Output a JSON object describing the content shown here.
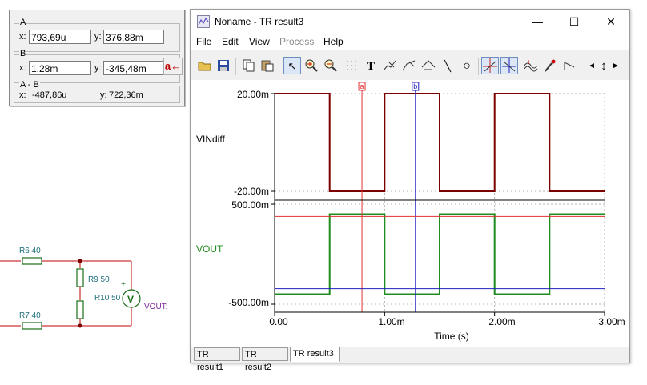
{
  "cursor_panel": {
    "a": {
      "label": "A",
      "x_label": "x:",
      "x_value": "793,69u",
      "y_label": "y:",
      "y_value": "376,88m"
    },
    "b": {
      "label": "B",
      "x_label": "x:",
      "x_value": "1,28m",
      "y_label": "y:",
      "y_value": "-345,48m"
    },
    "diff": {
      "label": "A - B",
      "x_label": "x:",
      "x_value": "-487,86u",
      "y_label": "y:",
      "y_value": "722,36m"
    },
    "set_button_label": "a←"
  },
  "schematic": {
    "r6": "R6 40",
    "r7": "R7 40",
    "r9": "R9 50",
    "r10": "R10 50",
    "meter": "V",
    "meter_plus": "+",
    "probe": "VOUT:"
  },
  "window": {
    "title": "Noname - TR result3",
    "controls": {
      "minimize": "—",
      "maximize": "☐",
      "close": "✕"
    },
    "menu": [
      "File",
      "Edit",
      "View",
      "Process",
      "Help"
    ],
    "toolbar_glyphs": {
      "text_tool": "T",
      "pointer": "↖",
      "line": "╲",
      "circle": "○",
      "nav_left": "◄",
      "nav_up_down": "↕",
      "nav_right": "►"
    },
    "tabs": [
      "TR result1",
      "TR result2",
      "TR result3"
    ],
    "active_tab": 2
  },
  "colors": {
    "vin": "#7a0000",
    "vout": "#1e8c1e",
    "cursor_a": "#e03030",
    "cursor_b": "#2020c0",
    "axis": "#000000",
    "grid": "#b0b0b0"
  },
  "chart_data": {
    "type": "line",
    "xlabel": "Time (s)",
    "x_ticks": [
      "0.00",
      "1.00m",
      "2.00m",
      "3.00m"
    ],
    "xlim": [
      0,
      0.003
    ],
    "cursors": [
      {
        "label": "a",
        "x": 0.000794
      },
      {
        "label": "b",
        "x": 0.00128
      }
    ],
    "panels": [
      {
        "name": "VINdiff",
        "ylim": [
          -0.02,
          0.02
        ],
        "y_ticks": [
          "20.00m",
          "-20.00m"
        ],
        "x": [
          0,
          0.0005,
          0.0005,
          0.001,
          0.001,
          0.0015,
          0.0015,
          0.002,
          0.002,
          0.0025,
          0.0025,
          0.003
        ],
        "y": [
          0.02,
          0.02,
          -0.02,
          -0.02,
          0.02,
          0.02,
          -0.02,
          -0.02,
          0.02,
          0.02,
          -0.02,
          -0.02
        ]
      },
      {
        "name": "VOUT",
        "ylim": [
          -0.5,
          0.5
        ],
        "y_ticks": [
          "500.00m",
          "-500.00m"
        ],
        "x": [
          0,
          0.0005,
          0.0005,
          0.001,
          0.001,
          0.0015,
          0.0015,
          0.002,
          0.002,
          0.0025,
          0.0025,
          0.003
        ],
        "y": [
          -0.4,
          -0.4,
          0.4,
          0.4,
          -0.4,
          -0.4,
          0.4,
          0.4,
          -0.4,
          -0.4,
          0.4,
          0.4
        ]
      }
    ]
  }
}
